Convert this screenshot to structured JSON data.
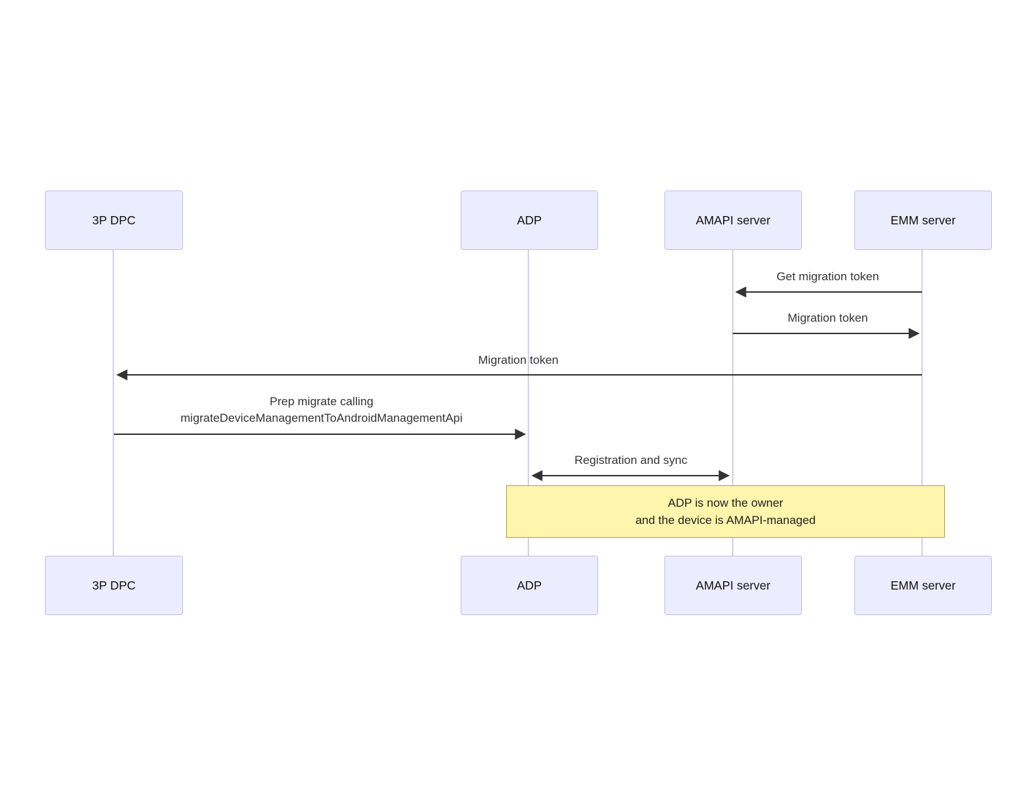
{
  "diagram": {
    "type": "sequence",
    "actors": [
      {
        "label": "3P DPC"
      },
      {
        "label": "ADP"
      },
      {
        "label": "AMAPI server"
      },
      {
        "label": "EMM server"
      }
    ],
    "messages": [
      {
        "from": "EMM server",
        "to": "AMAPI server",
        "arrow": "left",
        "lines": [
          "Get migration token"
        ]
      },
      {
        "from": "AMAPI server",
        "to": "EMM server",
        "arrow": "right",
        "lines": [
          "Migration token"
        ]
      },
      {
        "from": "EMM server",
        "to": "3P DPC",
        "arrow": "left",
        "lines": [
          "Migration token"
        ]
      },
      {
        "from": "3P DPC",
        "to": "ADP",
        "arrow": "right",
        "lines": [
          "Prep migrate calling",
          "migrateDeviceManagementToAndroidManagementApi"
        ]
      },
      {
        "from": "ADP",
        "to": "AMAPI server",
        "arrow": "both",
        "lines": [
          "Registration and sync"
        ]
      }
    ],
    "note": {
      "over": "ADP, EMM server",
      "lines": [
        "ADP is now the owner",
        "and the device is AMAPI-managed"
      ]
    },
    "colors": {
      "actor_fill": "#ECECFF",
      "actor_border": "#C3BCE6",
      "lifeline": "#D5CDEE",
      "arrow": "#333333",
      "message_text": "#333333",
      "note_fill": "#FFF5AD",
      "note_border": "#AAAA33",
      "background": "#FFFFFF"
    }
  }
}
